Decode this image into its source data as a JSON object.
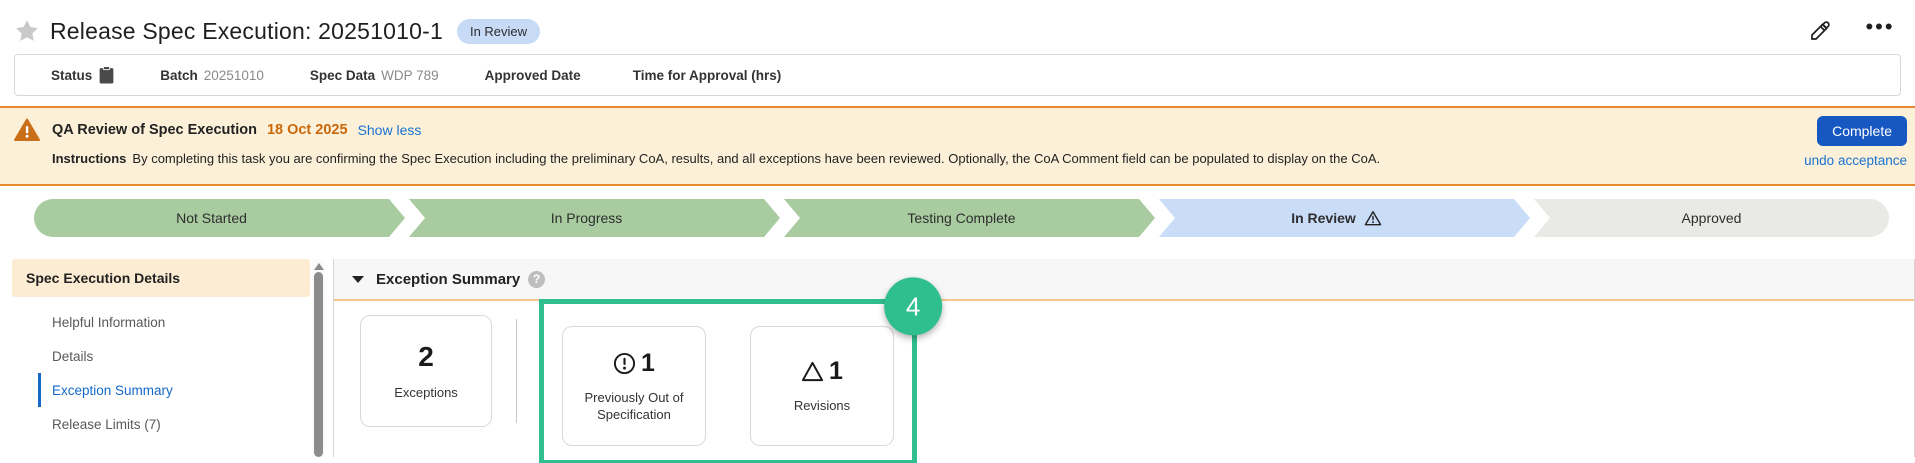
{
  "header": {
    "title": "Release Spec Execution: 20251010-1",
    "status_badge": "In Review"
  },
  "info_bar": {
    "fields": [
      {
        "label": "Status",
        "value": "",
        "icon": "clipboard-icon"
      },
      {
        "label": "Batch",
        "value": "20251010"
      },
      {
        "label": "Spec Data",
        "value": "WDP 789"
      },
      {
        "label": "Approved Date",
        "value": ""
      },
      {
        "label": "Time for Approval (hrs)",
        "value": ""
      }
    ]
  },
  "task_banner": {
    "title": "QA Review of Spec Execution",
    "due_date": "18 Oct 2025",
    "toggle_label": "Show less",
    "instructions_label": "Instructions",
    "instructions_text": "By completing this task you are confirming the Spec Execution including the preliminary CoA, results, and all exceptions have been reviewed. Optionally, the CoA Comment field can be populated to display on the CoA.",
    "complete_label": "Complete",
    "undo_label": "undo acceptance"
  },
  "stages": [
    {
      "label": "Not Started",
      "state": "done"
    },
    {
      "label": "In Progress",
      "state": "done"
    },
    {
      "label": "Testing Complete",
      "state": "done"
    },
    {
      "label": "In Review",
      "state": "current",
      "warning": true
    },
    {
      "label": "Approved",
      "state": "pending"
    }
  ],
  "sidebar": {
    "section_title": "Spec Execution Details",
    "items": [
      {
        "label": "Helpful Information",
        "active": false
      },
      {
        "label": "Details",
        "active": false
      },
      {
        "label": "Exception Summary",
        "active": true
      },
      {
        "label": "Release Limits (7)",
        "active": false
      }
    ]
  },
  "main": {
    "section_title": "Exception Summary",
    "cards": [
      {
        "count": "2",
        "label": "Exceptions",
        "icon": "none"
      },
      {
        "count": "1",
        "label": "Previously Out of Specification",
        "icon": "circle-exclamation-icon"
      },
      {
        "count": "1",
        "label": "Revisions",
        "icon": "triangle-warning-icon"
      }
    ],
    "annotation_number": "4"
  },
  "colors": {
    "accent_blue": "#1757c2",
    "link_blue": "#1a73d1",
    "banner_bg": "#fcf0d8",
    "banner_border": "#e8892e",
    "warning_orange": "#c96f1a",
    "stage_green": "#a9cba0",
    "stage_blue": "#c9dcf8",
    "stage_gray": "#e9e9e6",
    "sidebar_highlight": "#fcecd3",
    "annotation_green": "#2fbf8f"
  }
}
